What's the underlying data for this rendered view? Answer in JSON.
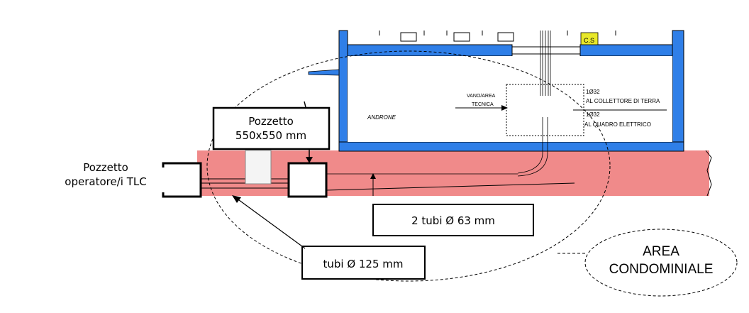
{
  "labels": {
    "cs": "C.S",
    "androne": "ANDRONE",
    "vano_line1": "VANO/AREA",
    "vano_line2": "TECNICA",
    "pipe1_size": "1Ø32",
    "pipe1_dest": "AL COLLETTORE DI TERRA",
    "pipe2_size": "1Ø32",
    "pipe2_dest": "AL QUADRO ELETTRICO",
    "pozzetto_title": "Pozzetto",
    "pozzetto_size": "550x550 mm",
    "operator_line1": "Pozzetto",
    "operator_line2": "operatore/i TLC",
    "tubi63": "2 tubi Ø 63 mm",
    "tubi125": "tubi Ø 125 mm",
    "area_line1": "AREA",
    "area_line2": "CONDOMINIALE"
  },
  "colors": {
    "ground": "#f08a8a",
    "building_wall": "#2f7fe8",
    "cs_badge": "#e8e82a",
    "line": "#000000"
  }
}
